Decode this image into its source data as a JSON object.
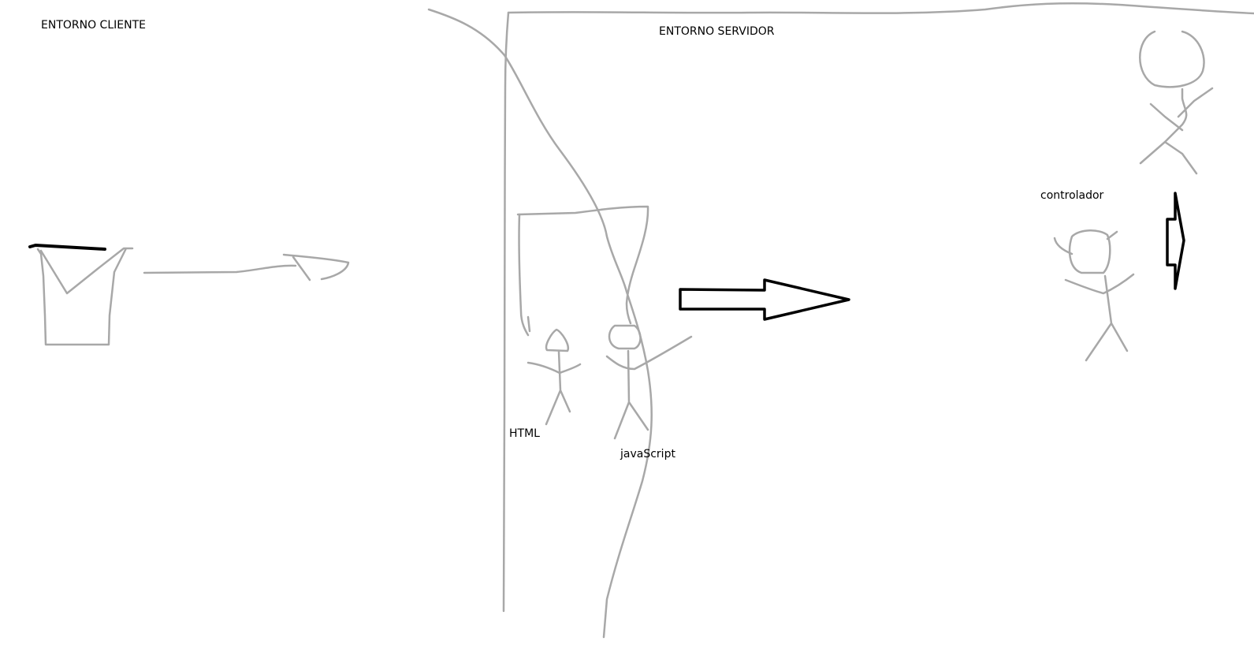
{
  "labels": {
    "client_environment": "ENTORNO CLIENTE",
    "server_environment": "ENTORNO SERVIDOR",
    "controller": "controlador",
    "html": "HTML",
    "javascript": "javaScript"
  },
  "colors": {
    "sketch_stroke": "#a8a8a8",
    "arrow_stroke": "#000000",
    "background": "#ffffff"
  }
}
